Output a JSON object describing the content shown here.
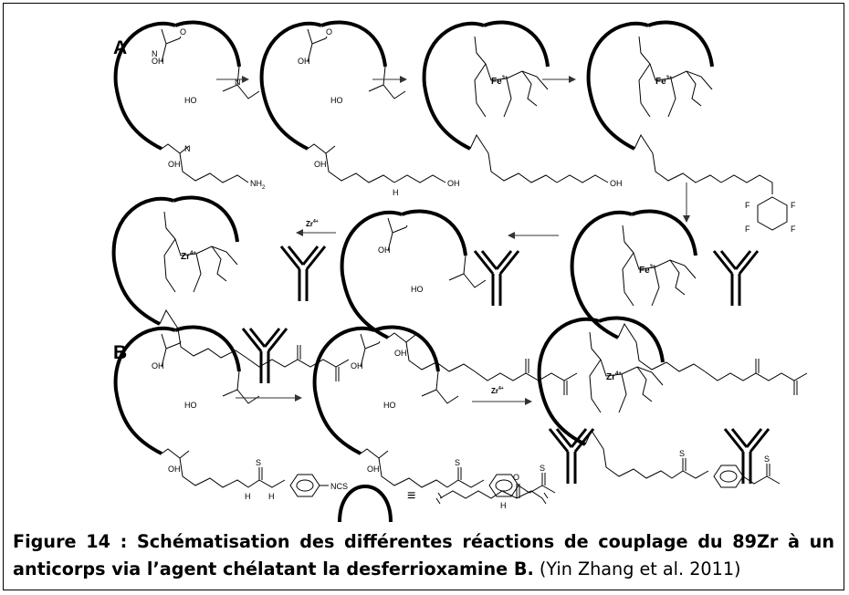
{
  "panels": {
    "a": "A",
    "b": "B"
  },
  "groups": {
    "oh": "OH",
    "hoN": "HO",
    "n": "N",
    "o": "O",
    "oh_acid": "OH",
    "nh2": "NH",
    "nh2_sub": "2",
    "h": "H",
    "s": "S",
    "ncs": "NCS",
    "f": "F"
  },
  "metals": {
    "fe": "Fe",
    "fe_charge": "3+",
    "zr": "Zr",
    "zr_charge": "4+"
  },
  "arrows": {
    "zr_label_a": "Zr",
    "zr_label_a_charge": "4+",
    "zr_label_b": "Zr",
    "zr_label_b_charge": "4+"
  },
  "legend": {
    "equiv": "≡"
  },
  "caption": {
    "bold": "Figure 14 : Schématisation des différentes réactions de couplage du 89Zr à un anticorps via l’agent chélatant la desferrioxamine B.",
    "ref": " (Yin Zhang et al. 2011)"
  }
}
